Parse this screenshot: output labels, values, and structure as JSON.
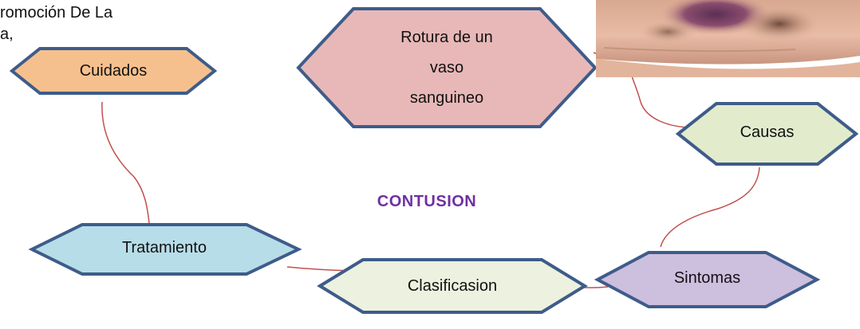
{
  "corner_text": [
    "romoción De La",
    "a,"
  ],
  "title": {
    "text": "CONTUSION",
    "color": "#7030A0"
  },
  "nodes": {
    "rotura": {
      "label": "Rotura de un\nvaso\nsanguineo",
      "fill": "#E8B8B8"
    },
    "cuidados": {
      "label": "Cuidados",
      "fill": "#F6C08E"
    },
    "causas": {
      "label": "Causas",
      "fill": "#E2EBCC"
    },
    "tratamiento": {
      "label": "Tratamiento",
      "fill": "#B7DDE8"
    },
    "clasificasion": {
      "label": "Clasificasion",
      "fill": "#EDF1DF"
    },
    "sintomas": {
      "label": "Sintomas",
      "fill": "#CDBFDE"
    }
  },
  "colors": {
    "node_border": "#3E5C8A",
    "connector": "#C0504D"
  },
  "photo": {
    "subject": "bruised-leg-photo"
  }
}
